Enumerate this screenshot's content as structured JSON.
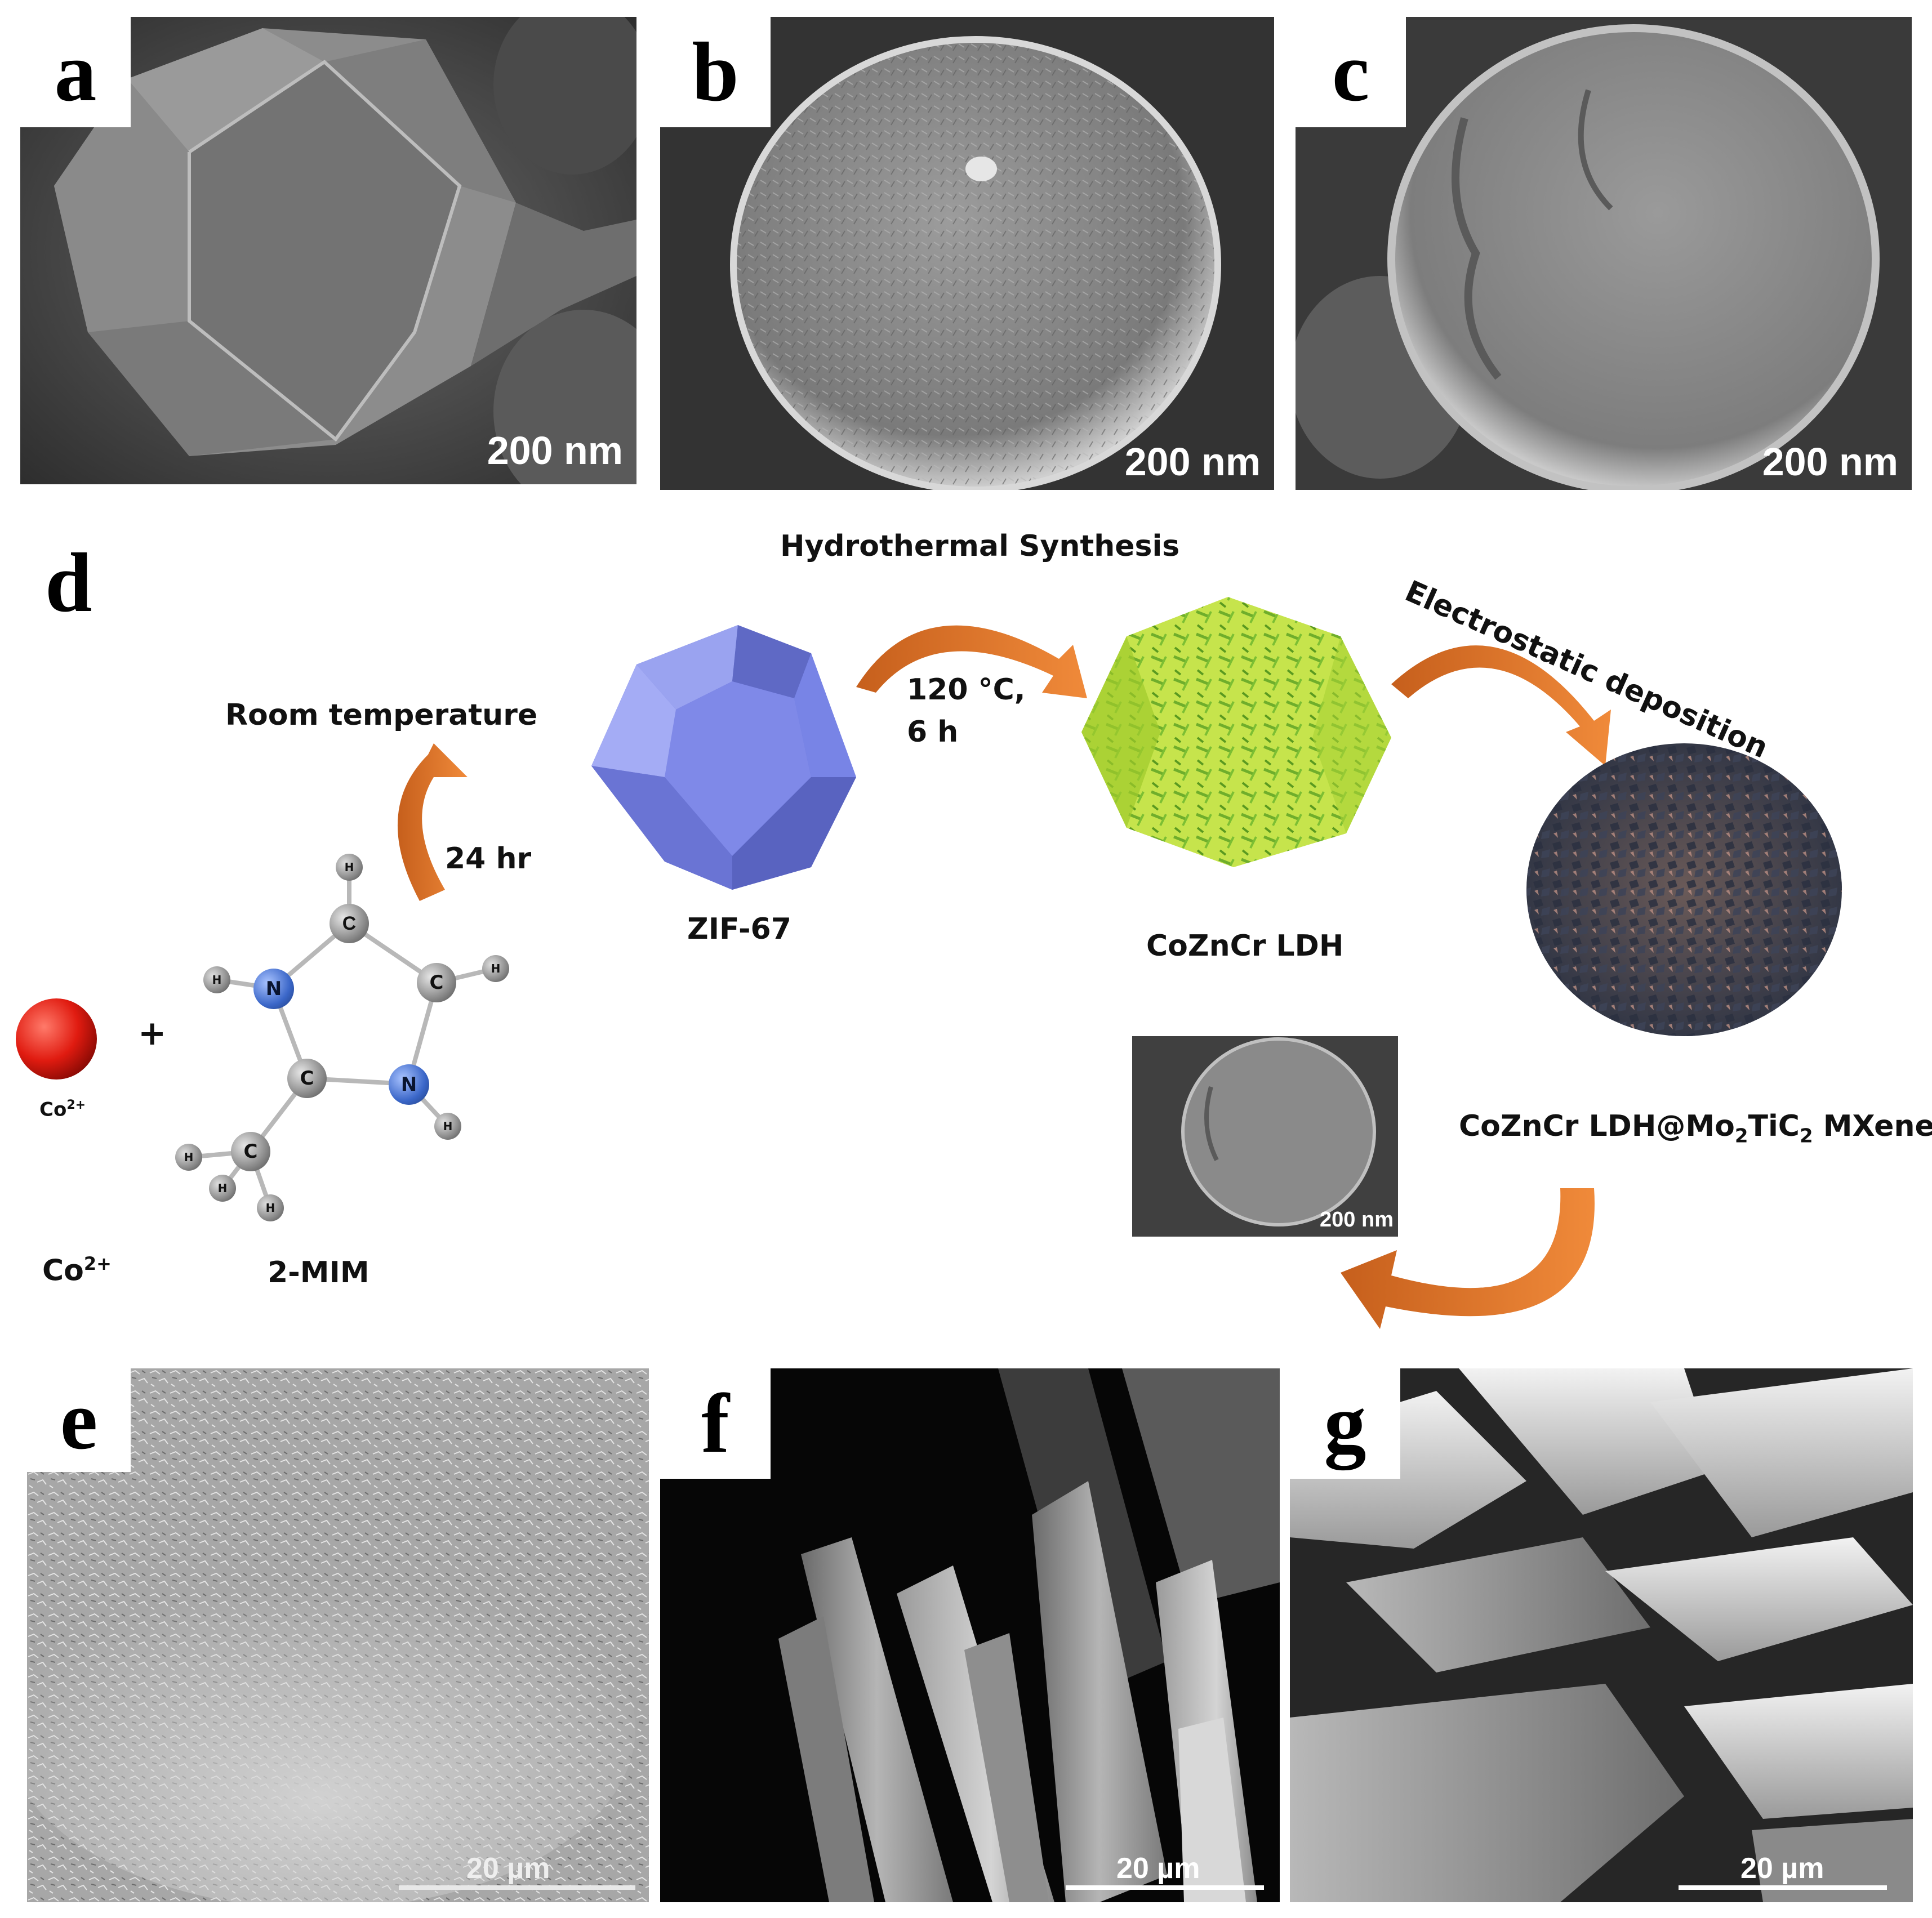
{
  "panels": {
    "a": {
      "letter": "a",
      "scale": "200 nm"
    },
    "b": {
      "letter": "b",
      "scale": "200 nm"
    },
    "c": {
      "letter": "c",
      "scale": "200 nm"
    },
    "d": {
      "letter": "d"
    },
    "e": {
      "letter": "e",
      "scale": "20 µm"
    },
    "f": {
      "letter": "f",
      "scale": "20 µm"
    },
    "g": {
      "letter": "g",
      "scale": "20 µm"
    }
  },
  "scheme": {
    "hydrothermal": "Hydrothermal Synthesis",
    "electrostatic": "Electrostatic deposition",
    "room_temp": "Room temperature",
    "time_24": "24 hr",
    "temp": "120 °C,",
    "time_6": "6 h",
    "zif": "ZIF-67",
    "ldh": "CoZnCr LDH",
    "composite_prefix": "CoZnCr LDH@Mo",
    "composite_sub1": "2",
    "composite_mid": "TiC",
    "composite_sub2": "2",
    "composite_suffix": " MXene",
    "inset_scale": "200 nm",
    "co_small": "Co",
    "co_small_sup": "2+",
    "co_label": "Co",
    "co_label_sup": "2+",
    "plus": "+",
    "mim": "2-MIM",
    "atoms": {
      "c": "C",
      "n": "N",
      "h": "H"
    }
  },
  "colors": {
    "arrow": "#e87a2d",
    "zif": "#7c86e6",
    "ldh": "#b6dd3c",
    "cobalt": "#e01b10",
    "nitrogen": "#3a66c8",
    "carbon": "#8a8a8a"
  }
}
